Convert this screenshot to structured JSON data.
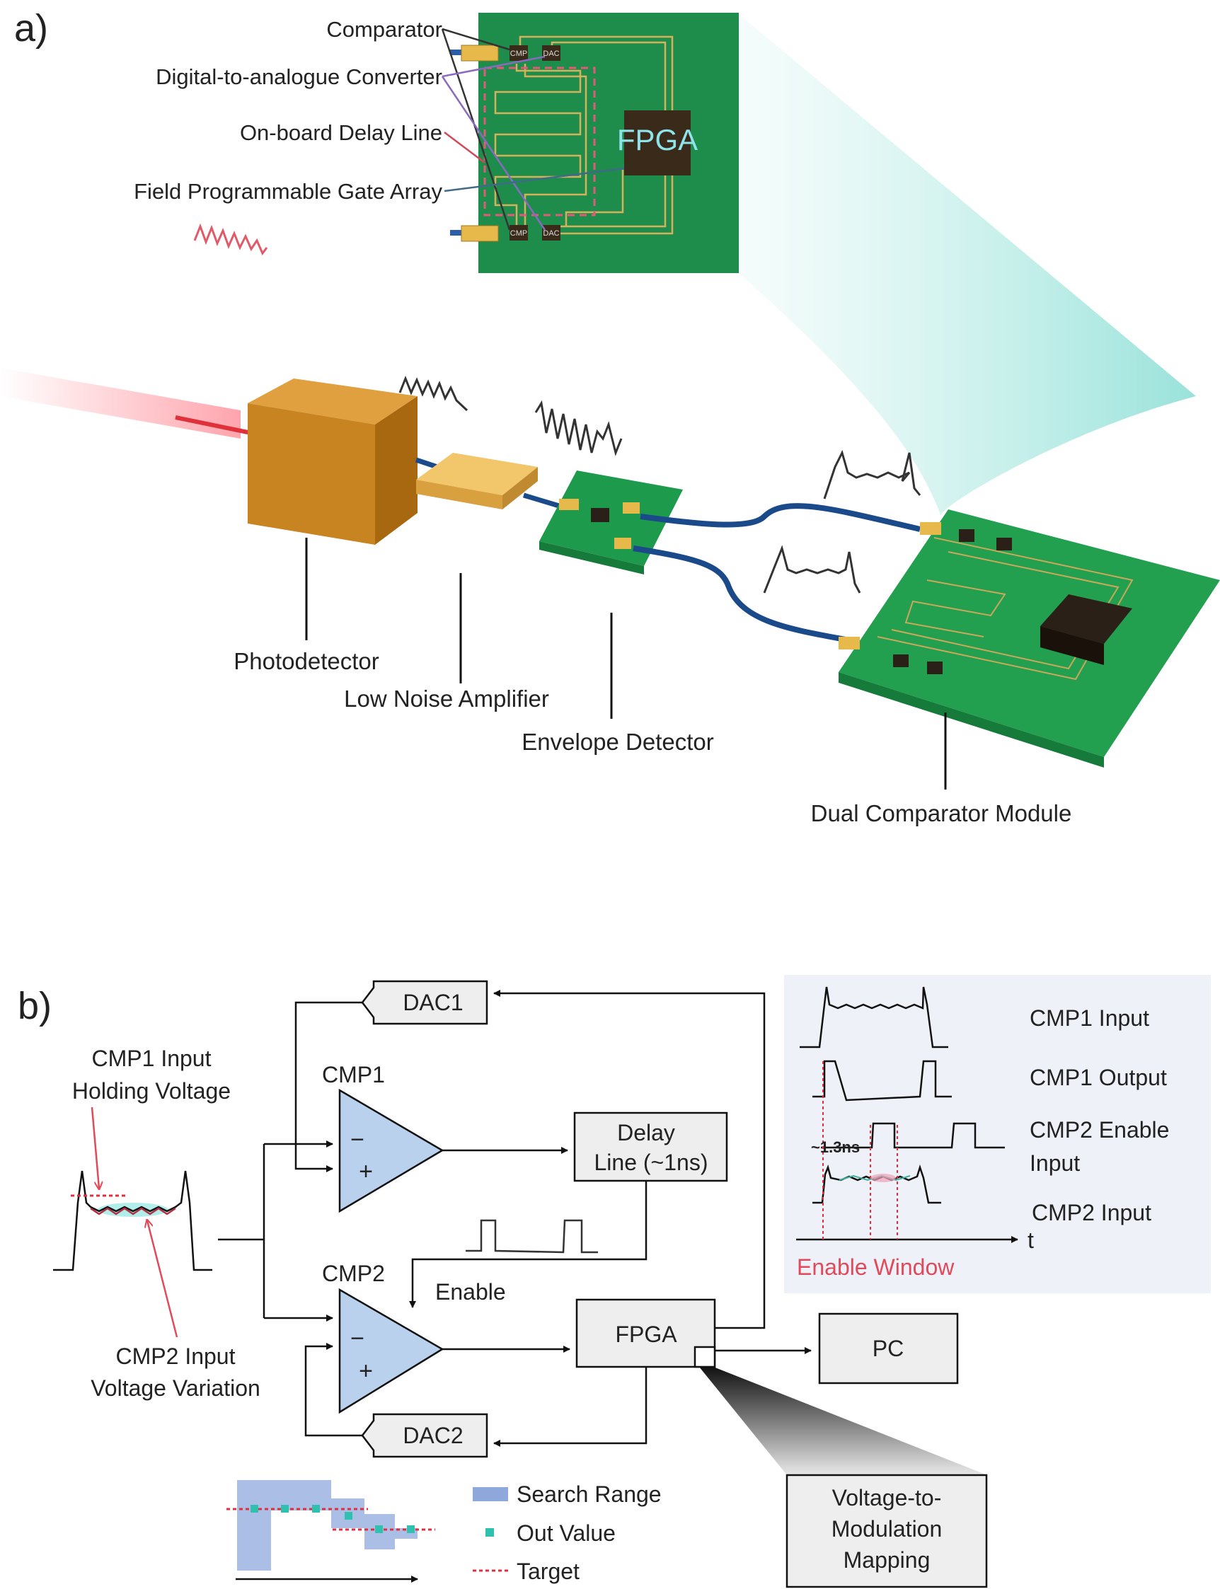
{
  "panel_a": {
    "tag": "a)",
    "pcb_labels": {
      "comparator": "Comparator",
      "dac": "Digital-to-analogue Converter",
      "delay_line": "On-board Delay Line",
      "fpga_full": "Field Programmable Gate Array"
    },
    "chips": {
      "cmp": "CMP",
      "dac": "DAC",
      "fpga": "FPGA"
    },
    "components": {
      "photodetector": "Photodetector",
      "lna": "Low Noise Amplifier",
      "envelope": "Envelope Detector",
      "dual_cmp": "Dual Comparator Module"
    }
  },
  "panel_b": {
    "tag": "b)",
    "dac1": "DAC1",
    "dac2": "DAC2",
    "cmp1": "CMP1",
    "cmp2": "CMP2",
    "minus": "−",
    "plus": "+",
    "delay_line_1": "Delay",
    "delay_line_2": "Line (~1ns)",
    "fpga": "FPGA",
    "pc": "PC",
    "enable": "Enable",
    "holding_1": "CMP1 Input",
    "holding_2": "Holding Voltage",
    "variation_1": "CMP2 Input",
    "variation_2": "Voltage Variation",
    "mapping_1": "Voltage-to-",
    "mapping_2": "Modulation",
    "mapping_3": "Mapping",
    "legend": {
      "search": "Search Range",
      "out": "Out Value",
      "target": "Target"
    },
    "timing": {
      "cmp1_input": "CMP1 Input",
      "cmp1_output": "CMP1 Output",
      "cmp2_enable_1": "CMP2 Enable",
      "cmp2_enable_2": "Input",
      "cmp2_input": "CMP2 Input",
      "delay": "~1.3ns",
      "t": "t",
      "window": "Enable Window"
    }
  }
}
